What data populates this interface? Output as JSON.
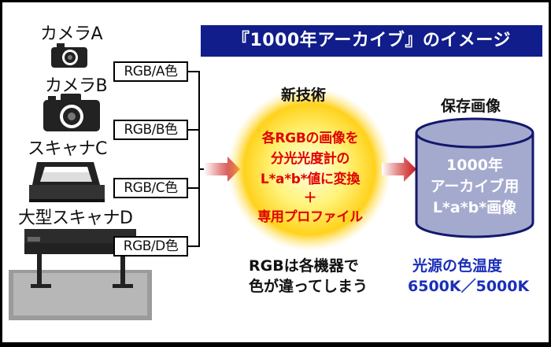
{
  "title": "『1000年アーカイブ』のイメージ",
  "devices": [
    {
      "name": "カメラA",
      "icon": "camera-icon",
      "label": "RGB/A色"
    },
    {
      "name": "カメラB",
      "icon": "camera-icon",
      "label": "RGB/B色"
    },
    {
      "name": "スキャナC",
      "icon": "scanner-icon",
      "label": "RGB/C色"
    },
    {
      "name": "大型スキャナD",
      "icon": "large-scanner-icon",
      "label": "RGB/D色"
    }
  ],
  "center": {
    "heading": "新技術",
    "lines": [
      "各RGBの画像を",
      "分光光度計の",
      "L*a*b*値に変換",
      "＋",
      "専用プロファイル"
    ]
  },
  "storage": {
    "heading": "保存画像",
    "lines": [
      "1000年",
      "アーカイブ用",
      "L*a*b*画像"
    ]
  },
  "notes": {
    "rgb_lines": [
      "RGBは各機器で",
      "色が違ってしまう"
    ],
    "light_lines": [
      "光源の色温度",
      "6500K／5000K"
    ]
  },
  "colors": {
    "title_bg": "#111d8a",
    "center_text": "#e00000",
    "cylinder": "#a4a9ce",
    "arrow": "#cc1f1f",
    "light_text": "#1b2fb8"
  }
}
